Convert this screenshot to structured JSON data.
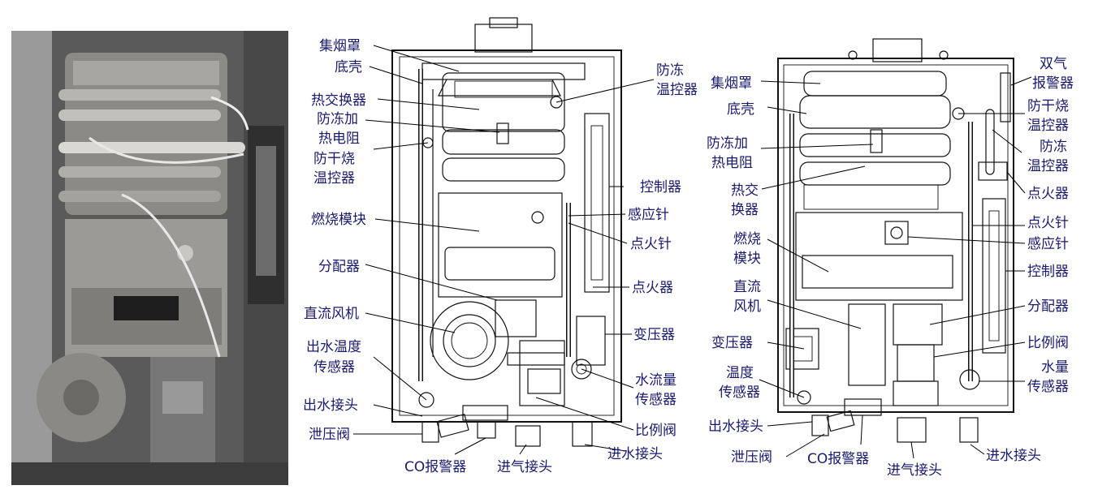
{
  "diagram1": {
    "labels": [
      {
        "id": "jiyanzhao",
        "text": "集烟罩"
      },
      {
        "id": "dike",
        "text": "底壳"
      },
      {
        "id": "rejiaohuanqi",
        "text": "热交换器"
      },
      {
        "id": "fangdongjia",
        "text": "防冻加"
      },
      {
        "id": "redianzu",
        "text": "热电阻"
      },
      {
        "id": "fangganshao",
        "text": "防干烧"
      },
      {
        "id": "wenkongqi_l",
        "text": "温控器"
      },
      {
        "id": "ranshaomokuai",
        "text": "燃烧模块"
      },
      {
        "id": "fenpeiqi",
        "text": "分配器"
      },
      {
        "id": "zhiliufengji",
        "text": "直流风机"
      },
      {
        "id": "chushuiwendu",
        "text": "出水温度"
      },
      {
        "id": "chuanganqi_l",
        "text": "传感器"
      },
      {
        "id": "chushuijietou",
        "text": "出水接头"
      },
      {
        "id": "xieyafa",
        "text": "泄压阀"
      },
      {
        "id": "cobaojingqi",
        "text": "CO报警器"
      },
      {
        "id": "jinqijietou",
        "text": "进气接头"
      },
      {
        "id": "fangdong_r",
        "text": "防冻"
      },
      {
        "id": "wenkongqi_r",
        "text": "温控器"
      },
      {
        "id": "kongzhiqi",
        "text": "控制器"
      },
      {
        "id": "ganyingzhen",
        "text": "感应针"
      },
      {
        "id": "dianhuozhen",
        "text": "点火针"
      },
      {
        "id": "dianhuoqi",
        "text": "点火器"
      },
      {
        "id": "bianyaqi",
        "text": "变压器"
      },
      {
        "id": "shuiliuliang",
        "text": "水流量"
      },
      {
        "id": "chuanganqi_r",
        "text": "传感器"
      },
      {
        "id": "bilifa",
        "text": "比例阀"
      },
      {
        "id": "jinshuijietou",
        "text": "进水接头"
      }
    ]
  },
  "diagram2": {
    "labels": [
      {
        "id": "jiyanzhao",
        "text": "集烟罩"
      },
      {
        "id": "dike",
        "text": "底壳"
      },
      {
        "id": "fangdongjia",
        "text": "防冻加"
      },
      {
        "id": "redianzu",
        "text": "热电阻"
      },
      {
        "id": "rejiao",
        "text": "热交"
      },
      {
        "id": "huanqi",
        "text": "换器"
      },
      {
        "id": "ranshao",
        "text": "燃烧"
      },
      {
        "id": "mokuai",
        "text": "模块"
      },
      {
        "id": "zhiliu",
        "text": "直流"
      },
      {
        "id": "fengji",
        "text": "风机"
      },
      {
        "id": "bianyaqi",
        "text": "变压器"
      },
      {
        "id": "wendu",
        "text": "温度"
      },
      {
        "id": "chuanganqi_l",
        "text": "传感器"
      },
      {
        "id": "chushuijietou",
        "text": "出水接头"
      },
      {
        "id": "xieyafa",
        "text": "泄压阀"
      },
      {
        "id": "cobaojingqi",
        "text": "CO报警器"
      },
      {
        "id": "jinqijietou",
        "text": "进气接头"
      },
      {
        "id": "shuangqi",
        "text": "双气"
      },
      {
        "id": "baojingqi",
        "text": "报警器"
      },
      {
        "id": "fangganshao",
        "text": "防干烧"
      },
      {
        "id": "wenkongqi_1",
        "text": "温控器"
      },
      {
        "id": "fangdong",
        "text": "防冻"
      },
      {
        "id": "wenkongqi_2",
        "text": "温控器"
      },
      {
        "id": "dianhuoqi",
        "text": "点火器"
      },
      {
        "id": "dianhuozhen",
        "text": "点火针"
      },
      {
        "id": "ganyingzhen",
        "text": "感应针"
      },
      {
        "id": "kongzhiqi",
        "text": "控制器"
      },
      {
        "id": "fenpeiqi",
        "text": "分配器"
      },
      {
        "id": "bilifa",
        "text": "比例阀"
      },
      {
        "id": "shuiliang",
        "text": "水量"
      },
      {
        "id": "chuanganqi_r",
        "text": "传感器"
      },
      {
        "id": "jinshuijietou",
        "text": "进水接头"
      }
    ]
  }
}
